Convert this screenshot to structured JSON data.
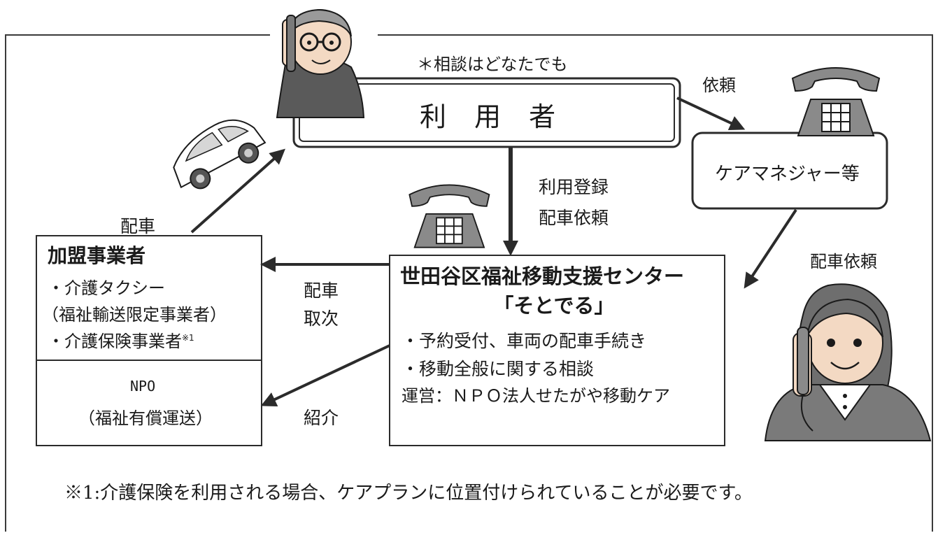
{
  "user": {
    "label": "利 用 者",
    "note": "＊相談はどなたでも"
  },
  "care_manager": {
    "label": "ケアマネジャー等"
  },
  "center": {
    "title": "世田谷区福祉移動支援センター",
    "nickname": "「そとでる」",
    "items": [
      "・予約受付、車両の配車手続き",
      "・移動全般に関する相談"
    ],
    "operator": "運営：ＮＰＯ法人せたがや移動ケア"
  },
  "member": {
    "title": "加盟事業者",
    "items": [
      "・介護タクシー",
      "（福祉輸送限定事業者）",
      "・介護保険事業者"
    ],
    "footnote_mark": "※1"
  },
  "npo": {
    "title": "NPO",
    "subtitle": "（福祉有償運送）"
  },
  "arrow_labels": {
    "request": "依頼",
    "registration": "利用登録",
    "dispatch_request": "配車依頼",
    "dispatch_request_cm": "配車依頼",
    "dispatch": "配車",
    "dispatch_relay_1": "配車",
    "dispatch_relay_2": "取次",
    "introduction": "紹介"
  },
  "footnote": "※1:介護保険を利用される場合、ケアプランに位置付けられていることが必要です。",
  "icons": {
    "elderly_user": "elderly-person-on-phone-icon",
    "telephones": "rotary-telephone-icon",
    "car": "welfare-van-icon",
    "operator": "operator-woman-on-phone-icon"
  },
  "colors": {
    "line": "#2b2b2b",
    "phone_body": "#8a8a8a",
    "skin": "#f3d9c3",
    "hair_gray": "#9a9a9a",
    "hair_woman": "#6e6e6e"
  }
}
